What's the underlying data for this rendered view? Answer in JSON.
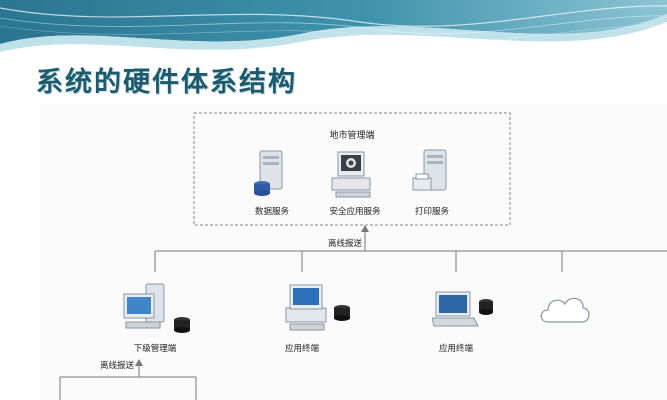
{
  "slide": {
    "title": "系统的硬件体系结构"
  },
  "diagram": {
    "group_title": "地市管理端",
    "servers": [
      {
        "label": "数据服务",
        "icon": "database-server-icon"
      },
      {
        "label": "安全应用服务",
        "icon": "security-workstation-icon"
      },
      {
        "label": "打印服务",
        "icon": "print-server-icon"
      }
    ],
    "sync_label_top": "离线报送",
    "clients": [
      {
        "label": "下级管理端",
        "icon": "admin-pc-icon"
      },
      {
        "label": "应用终端",
        "icon": "desktop-pc-icon"
      },
      {
        "label": "应用终端",
        "icon": "laptop-icon"
      },
      {
        "label": "",
        "icon": "cloud-icon"
      }
    ],
    "sync_label_bottom": "离线报送"
  },
  "colors": {
    "banner_dark": "#2e7c98",
    "banner_light": "#cfe8ee",
    "title": "#1d5a6e",
    "line": "#777777",
    "dashed_border": "#888888"
  }
}
